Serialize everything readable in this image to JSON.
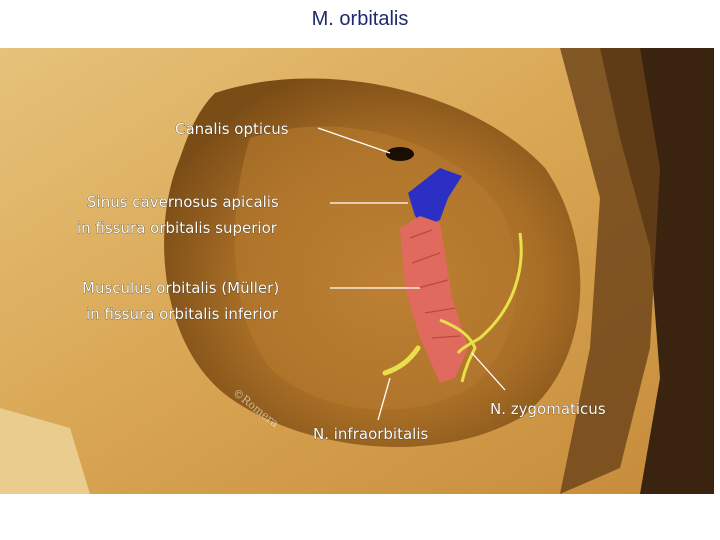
{
  "slide": {
    "title": "M. orbitalis"
  },
  "photo": {
    "labels": {
      "canalis_opticus": "Canalis opticus",
      "sinus_line1": "Sinus cavernosus apicalis",
      "sinus_line2": "in fissura orbitalis superior",
      "musculus_line1": "Musculus orbitalis (Müller)",
      "musculus_line2": "in fissura orbitalis inferior",
      "n_zygomaticus": "N. zygomaticus",
      "n_infraorbitalis": "N. infraorbitalis"
    },
    "watermark": "©Romera",
    "colors": {
      "bone": "#d9a85a",
      "cavity": "#9a6520",
      "vein_blue": "#2b2fc4",
      "muscle_red": "#e06a5e",
      "nerve_yellow": "#e8e04a"
    }
  }
}
